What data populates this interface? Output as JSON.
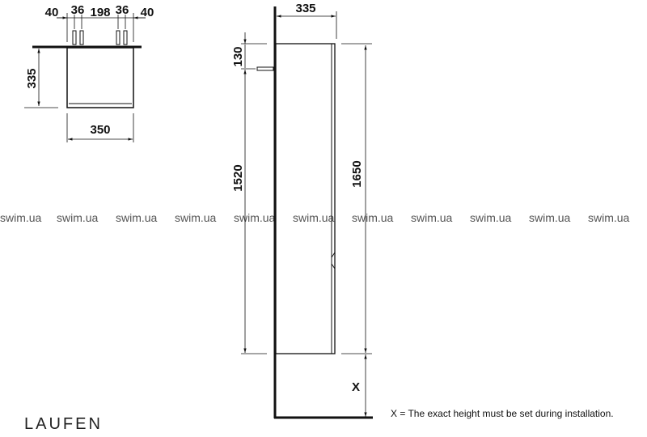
{
  "top_view": {
    "dims_top": [
      "40",
      "36",
      "198",
      "36",
      "40"
    ],
    "depth": "335",
    "width": "350"
  },
  "side_view": {
    "depth": "335",
    "anchor_offset": "130",
    "anchor_to_bottom": "1520",
    "height": "1650",
    "floor_gap": "X"
  },
  "watermark": "swim.ua",
  "footnote": "X = The exact height must be set during installation.",
  "logo": "LAUFEN"
}
